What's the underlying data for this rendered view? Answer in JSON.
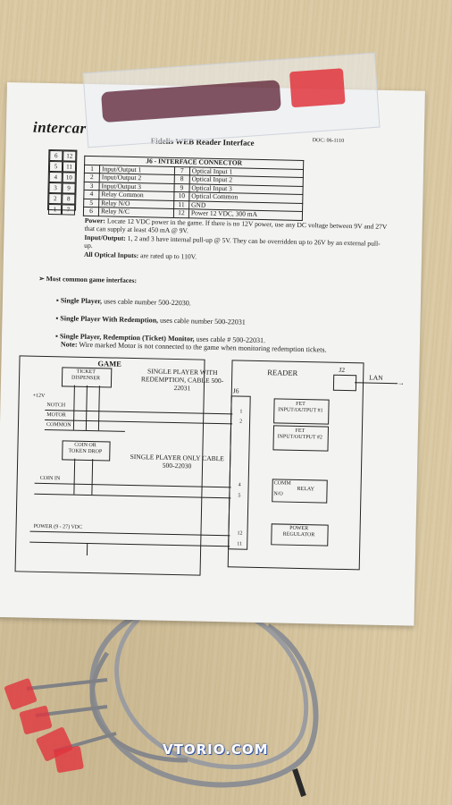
{
  "document": {
    "logo": "intercar",
    "title": "Fidelis WEB Reader Interface",
    "doc_number": "DOC: 06-1110",
    "pin_grid": [
      "6",
      "12",
      "5",
      "11",
      "4",
      "10",
      "3",
      "9",
      "2",
      "8",
      "1",
      "7"
    ],
    "connector_title": "J6 - INTERFACE CONNECTOR",
    "connector_rows": [
      {
        "n1": "1",
        "f1": "Input/Output 1",
        "n2": "7",
        "f2": "Optical Input 1"
      },
      {
        "n1": "2",
        "f1": "Input/Output 2",
        "n2": "8",
        "f2": "Optical Input 2"
      },
      {
        "n1": "3",
        "f1": "Input/Output 3",
        "n2": "9",
        "f2": "Optical Input 3"
      },
      {
        "n1": "4",
        "f1": "Relay Common",
        "n2": "10",
        "f2": "Optical Common"
      },
      {
        "n1": "5",
        "f1": "Relay N/O",
        "n2": "11",
        "f2": "GND"
      },
      {
        "n1": "6",
        "f1": "Relay N/C",
        "n2": "12",
        "f2": "Power 12 VDC, 300 mA"
      }
    ],
    "power_label": "Power:",
    "power_text": "Locate 12 VDC power in the game. If there is no 12V power, use any DC voltage between 9V and 27V that can supply at least 450 mA @ 9V.",
    "io_label": "Input/Output:",
    "io_text": "1, 2 and 3 have internal pull-up @ 5V. They can be overridden up to 26V by an external pull-up.",
    "optical_label": "All Optical Inputs:",
    "optical_text": "are rated up to 110V.",
    "common_heading": "Most common game interfaces:",
    "bullets": [
      {
        "bold": "Single Player,",
        "rest": "uses cable number 500-22030."
      },
      {
        "bold": "Single Player With Redemption,",
        "rest": "uses cable number 500-22031"
      },
      {
        "bold": "Single Player, Redemption (Ticket) Monitor,",
        "rest": "uses cable # 500-22031."
      }
    ],
    "note_label": "Note:",
    "note_text": "Wire marked Motor is not connected to the game when monitoring redemption tickets.",
    "diagram": {
      "game_label": "GAME",
      "reader_label": "READER",
      "j2_label": "J2",
      "lan_label": "LAN",
      "j6_label": "J6",
      "ticket_dispenser": "TICKET DISPENSER",
      "v12": "+12V",
      "notch": "NOTCH",
      "motor": "MOTOR",
      "common": "COMMON",
      "coin_drop": "COIN OR TOKEN DROP",
      "coin_in": "COIN IN",
      "power_in": "POWER (9 - 27) VDC",
      "cable_redemption": "SINGLE PLAYER WITH REDEMPTION, CABLE 500-22031",
      "cable_single": "SINGLE PLAYER ONLY CABLE 500-22030",
      "fet1": "FET INPUT/OUTPUT #1",
      "fet2": "FET INPUT/OUTPUT #2",
      "comm": "COMM",
      "relay": "RELAY",
      "no": "N/O",
      "power_reg": "POWER REGULATOR",
      "pins": [
        "1",
        "2",
        "4",
        "5",
        "12",
        "11"
      ]
    }
  },
  "watermark": "VTORIO.COM",
  "colors": {
    "table": "#d9c9a4",
    "paper": "#f3f3f1",
    "wire": "#8d8f93",
    "connector": "#e0353d"
  }
}
